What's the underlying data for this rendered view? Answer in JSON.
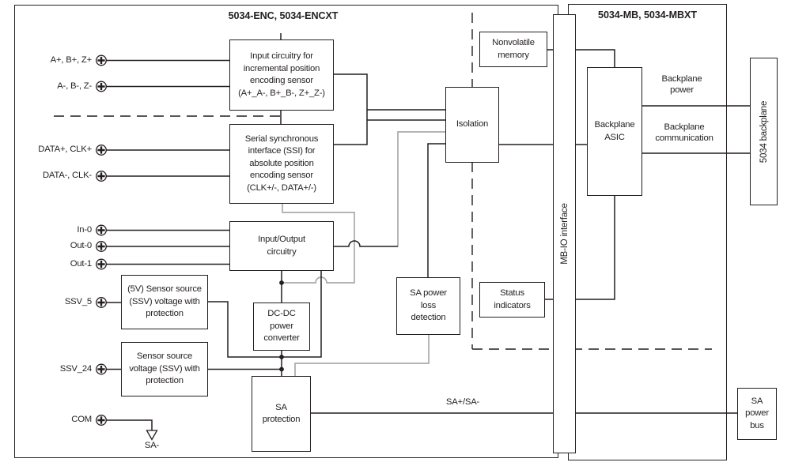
{
  "titles": {
    "left": "5034-ENC, 5034-ENCXT",
    "right": "5034-MB, 5034-MBXT"
  },
  "terminals": [
    {
      "label": "A+, B+, Z+"
    },
    {
      "label": "A-, B-, Z-"
    },
    {
      "label": "DATA+, CLK+"
    },
    {
      "label": "DATA-, CLK-"
    },
    {
      "label": "In-0"
    },
    {
      "label": "Out-0"
    },
    {
      "label": "Out-1"
    },
    {
      "label": "SSV_5"
    },
    {
      "label": "SSV_24"
    },
    {
      "label": "COM"
    }
  ],
  "boxes": {
    "input_circuitry": {
      "lines": [
        "Input circuitry for",
        "incremental position",
        "encoding sensor",
        "(A+_A-, B+_B-, Z+_Z-)"
      ]
    },
    "ssi": {
      "lines": [
        "Serial synchronous",
        "interface (SSI) for",
        "absolute position",
        "encoding sensor",
        "(CLK+/-, DATA+/-)"
      ]
    },
    "io": {
      "lines": [
        "Input/Output",
        "circuitry"
      ]
    },
    "sensor5": {
      "lines": [
        "(5V) Sensor source",
        "(SSV) voltage with",
        "protection"
      ]
    },
    "sensor24": {
      "lines": [
        "Sensor source",
        "voltage (SSV) with",
        "protection"
      ]
    },
    "dcdc": {
      "lines": [
        "DC-DC",
        "power",
        "converter"
      ]
    },
    "sa_protection": {
      "lines": [
        "SA",
        "protection"
      ]
    },
    "sa_loss": {
      "lines": [
        "SA power",
        "loss",
        "detection"
      ]
    },
    "isolation": {
      "lines": [
        "Isolation"
      ]
    },
    "nonvolatile": {
      "lines": [
        "Nonvolatile",
        "memory"
      ]
    },
    "status": {
      "lines": [
        "Status",
        "indicators"
      ]
    },
    "asic": {
      "lines": [
        "Backplane",
        "ASIC"
      ]
    },
    "sa_bus": {
      "lines": [
        "SA",
        "power",
        "bus"
      ]
    }
  },
  "bars": {
    "mbio": "MB-IO interface",
    "backplane": "5034 backplane"
  },
  "wire_labels": {
    "sa": "SA+/SA-",
    "sa_minus": "SA-",
    "bp_power_1": "Backplane",
    "bp_power_2": "power",
    "bp_comm_1": "Backplane",
    "bp_comm_2": "communication"
  },
  "colors": {
    "line": "#231f20",
    "gray": "#a7a9ac"
  }
}
